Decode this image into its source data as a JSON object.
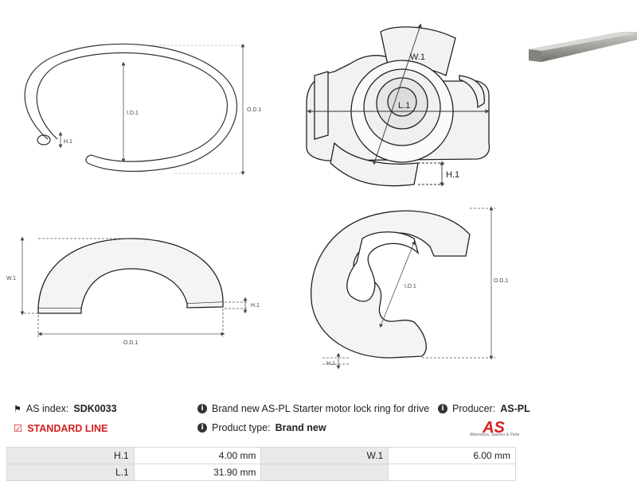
{
  "drawing_labels": {
    "ring_id": "I.D.1",
    "ring_od": "O.D.1",
    "ring_h": "H.1",
    "assembly_w": "W.1",
    "assembly_l": "L.1",
    "assembly_h": "H.1",
    "arc_w": "W.1",
    "arc_h": "H.1",
    "arc_od": "O.D.1",
    "clip_id": "I.D.1",
    "clip_od": "O.D.1",
    "clip_h": "H.1"
  },
  "info": {
    "as_index_label": "AS index:",
    "as_index_value": "SDK0033",
    "description": "Brand new AS-PL Starter motor lock ring for drive",
    "producer_label": "Producer:",
    "producer_value": "AS-PL",
    "standard_line": "STANDARD LINE",
    "product_type_label": "Product type:",
    "product_type_value": "Brand new",
    "logo_text": "AS",
    "logo_tagline": "Alternators, Starters & Parts"
  },
  "specs": [
    {
      "label1": "H.1",
      "value1": "4.00 mm",
      "label2": "W.1",
      "value2": "6.00 mm"
    },
    {
      "label1": "L.1",
      "value1": "31.90 mm",
      "label2": "",
      "value2": ""
    }
  ],
  "colors": {
    "accent_red": "#d42020",
    "table_label_bg": "#e9e9e9"
  }
}
